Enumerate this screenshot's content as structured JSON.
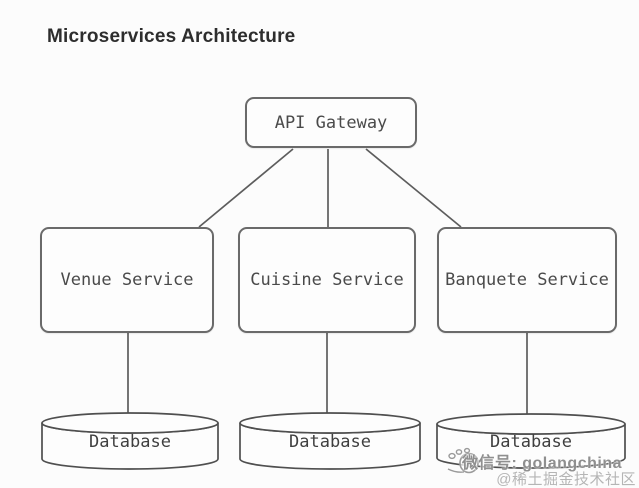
{
  "title": "Microservices Architecture",
  "diagram": {
    "gateway": {
      "label": "API Gateway"
    },
    "services": [
      {
        "label": "Venue Service"
      },
      {
        "label": "Cuisine Service"
      },
      {
        "label": "Banquete Service"
      }
    ],
    "databases": [
      {
        "label": "Database"
      },
      {
        "label": "Database"
      },
      {
        "label": "Database"
      }
    ],
    "connections": [
      "API Gateway -> Venue Service",
      "API Gateway -> Cuisine Service",
      "API Gateway -> Banquete Service",
      "Venue Service -> Database",
      "Cuisine Service -> Database",
      "Banquete Service -> Database"
    ]
  },
  "watermark": {
    "icon": "paw-icon",
    "line1": "微信号: golangchina",
    "line2": "@稀土掘金技术社区"
  },
  "colors": {
    "background": "#fcfcfc",
    "box_border": "#6a6a6a",
    "line": "#5d5d5d",
    "node_text": "#4a4a4a",
    "title_text": "#2d2d2d",
    "watermark_gray": "#8f8f8f",
    "watermark_light_gray": "#b5b5b5"
  }
}
